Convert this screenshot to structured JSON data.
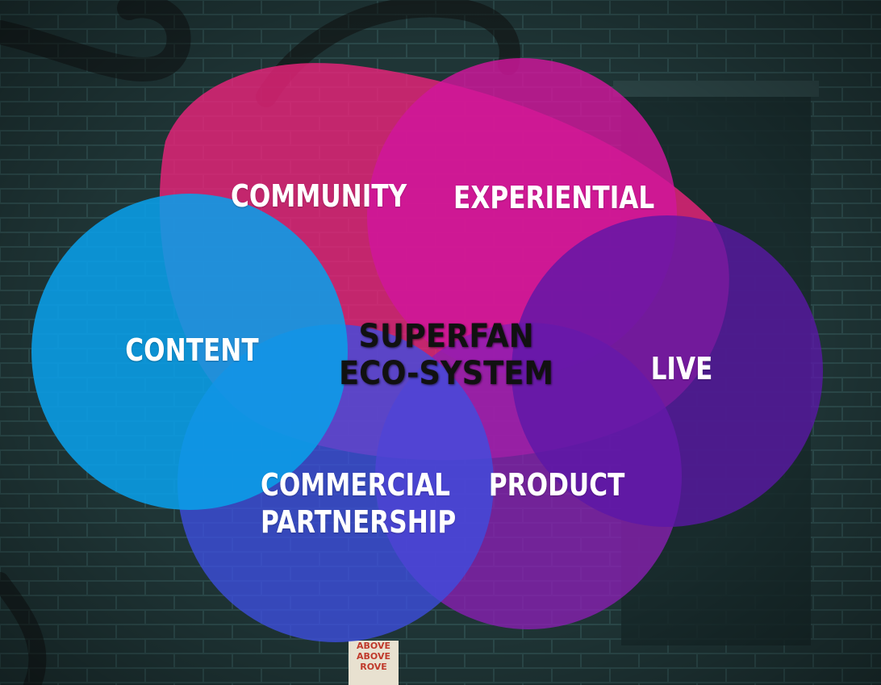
{
  "diagram": {
    "title_lines": [
      "SUPERFAN",
      "ECO-SYSTEM"
    ],
    "circles": [
      {
        "id": "community",
        "label_lines": [
          "COMMUNITY"
        ],
        "color": "#e8237a"
      },
      {
        "id": "experiential",
        "label_lines": [
          "EXPERIENTIAL"
        ],
        "color": "#d1169c"
      },
      {
        "id": "live",
        "label_lines": [
          "LIVE"
        ],
        "color": "#5b17a8"
      },
      {
        "id": "product",
        "label_lines": [
          "PRODUCT"
        ],
        "color": "#8a1fb4"
      },
      {
        "id": "commercial-partnership",
        "label_lines": [
          "COMMERCIAL",
          "PARTNERSHIP"
        ],
        "color": "#3d4ee0"
      },
      {
        "id": "content",
        "label_lines": [
          "CONTENT"
        ],
        "color": "#0a9ee8"
      }
    ]
  },
  "background": {
    "wall_color": "#1f3536",
    "brick_line_color": "#2c4a4b",
    "poster_lines": [
      "ABOVE",
      "ABOVE",
      "ROVE"
    ]
  }
}
